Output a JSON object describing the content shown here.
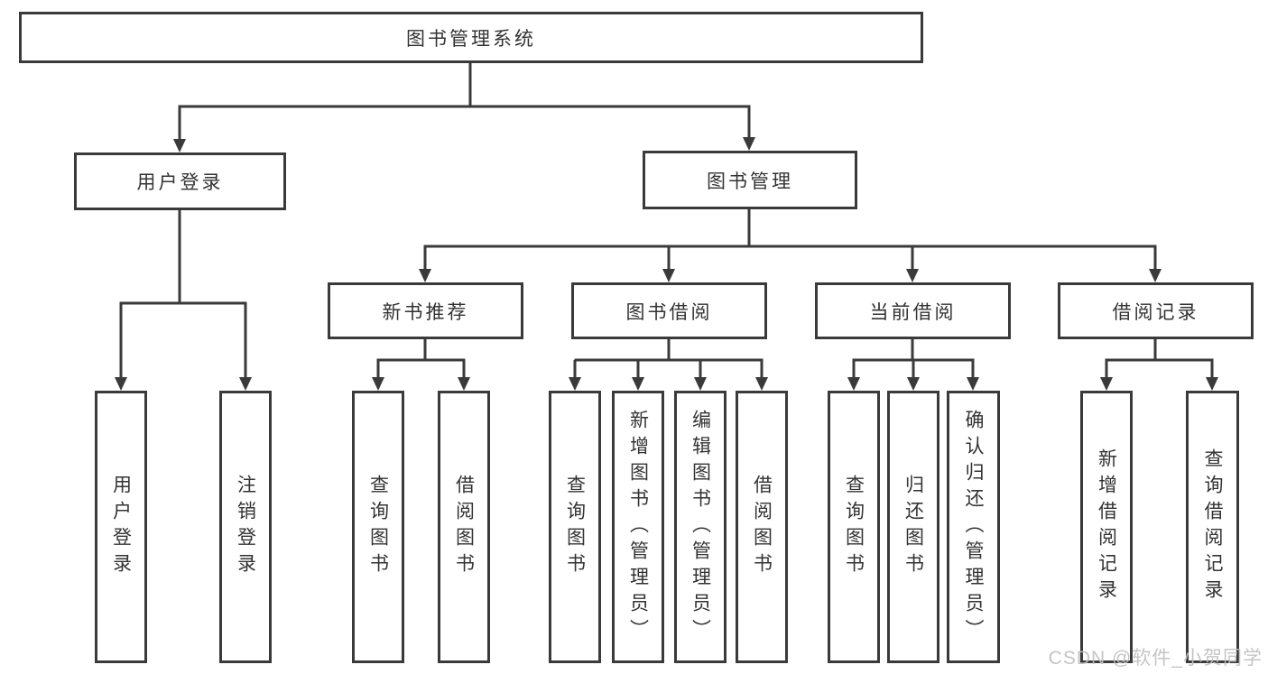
{
  "nodes": {
    "root": "图书管理系统",
    "user_login": "用户登录",
    "book_management": "图书管理",
    "new_book_recommend": "新书推荐",
    "book_borrowing": "图书借阅",
    "current_borrowing": "当前借阅",
    "borrowing_records": "借阅记录",
    "leaf_user_login": "用户登录",
    "leaf_logout_login": "注销登录",
    "leaf_rec_query_books": "查询图书",
    "leaf_rec_borrow_books": "借阅图书",
    "leaf_bb_query_books": "查询图书",
    "leaf_bb_add_books": "新增图书（管理员）",
    "leaf_bb_edit_books": "编辑图书（管理员）",
    "leaf_bb_borrow_books": "借阅图书",
    "leaf_cb_query_books": "查询图书",
    "leaf_cb_return_books": "归还图书",
    "leaf_cb_confirm_return": "确认归还（管理员）",
    "leaf_br_add_record": "新增借阅记录",
    "leaf_br_query_record": "查询借阅记录"
  },
  "watermark": "CSDN @软件_小贺同学",
  "colors": {
    "line": "#3a3a3a",
    "text": "#333333",
    "background": "#ffffff",
    "watermark": "#c0c0c0"
  }
}
